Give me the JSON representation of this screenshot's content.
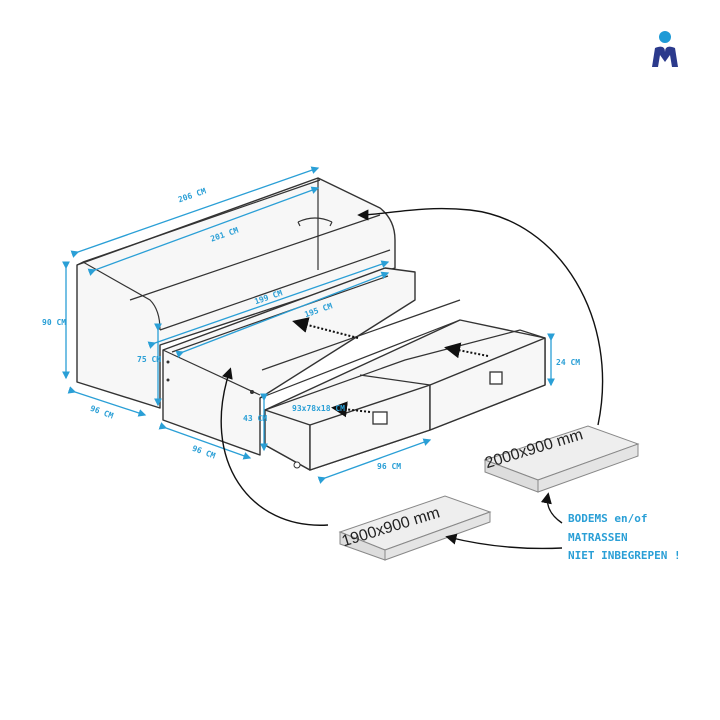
{
  "logo": {
    "brand_color": "#2b3a8c",
    "accent_color": "#1e9ad6"
  },
  "dimensions": {
    "total_length": "206 CM",
    "inner_length": "201 CM",
    "pullout_length": "199 CM",
    "pullout_inner_length": "195 CM",
    "total_height": "90 CM",
    "bed_height": "75 CM",
    "depth": "96 CM",
    "pullout_height": "43 CM",
    "pullout_depth": "96 CM",
    "drawer_inner": "93x78x18 CM",
    "drawer_depth": "96 CM",
    "drawer_height": "24 CM"
  },
  "mattresses": {
    "upper": "2000x900 mm",
    "lower": "1900x900 mm"
  },
  "note": {
    "line1": "BODEMS en/of",
    "line2": "MATRASSEN",
    "line3": "NIET INBEGREPEN !"
  },
  "colors": {
    "dimension": "#2a9fd6"
  }
}
